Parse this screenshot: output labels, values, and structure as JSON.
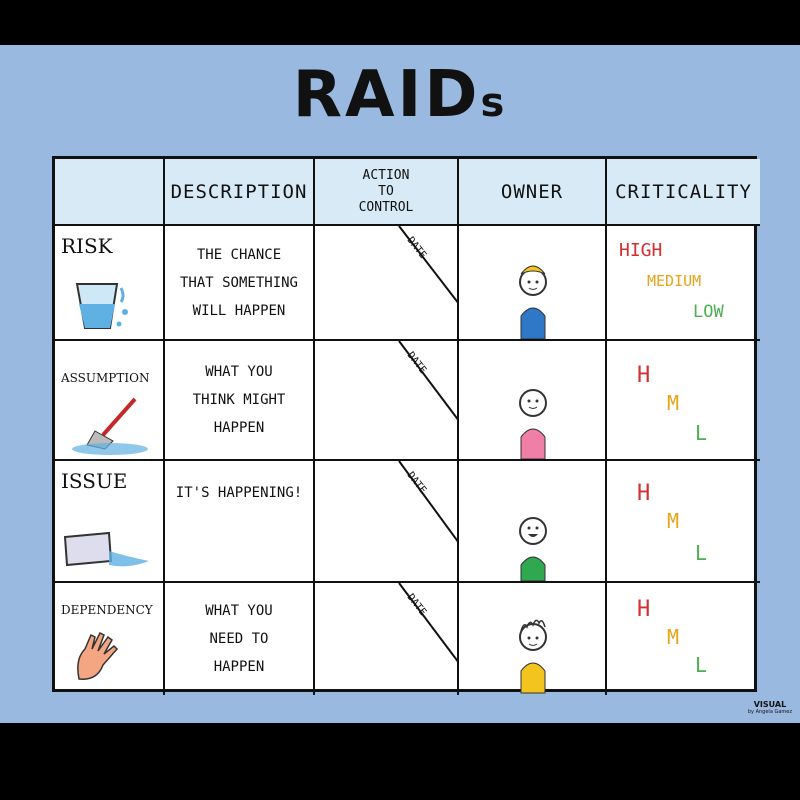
{
  "title": {
    "main": "RAID",
    "suffix": "s"
  },
  "headers": {
    "description": "Description",
    "action_line1": "Action",
    "action_line2": "to",
    "action_line3": "Control",
    "owner": "Owner",
    "criticality": "Criticality"
  },
  "rows": [
    {
      "label": "Risk",
      "desc": [
        "The chance",
        "that something",
        "will happen"
      ],
      "date": "DATE",
      "crit": {
        "high": "HIGH",
        "medium": "MEDIUM",
        "low": "LOW"
      }
    },
    {
      "label": "Assumption",
      "desc": [
        "What you",
        "think might",
        "happen"
      ],
      "date": "DATE",
      "crit": {
        "high": "H",
        "medium": "M",
        "low": "L"
      }
    },
    {
      "label": "Issue",
      "desc": [
        "It's happening!"
      ],
      "date": "DATE",
      "crit": {
        "high": "H",
        "medium": "M",
        "low": "L"
      }
    },
    {
      "label": "Dependency",
      "desc": [
        "What you",
        "need to",
        "happen"
      ],
      "date": "DATE",
      "crit": {
        "high": "H",
        "medium": "M",
        "low": "L"
      }
    }
  ],
  "colors": {
    "background": "#9ab9e1",
    "header_fill": "#d9eaf7",
    "high": "#d32f2f",
    "medium": "#e8a317",
    "low": "#4caf50",
    "owner_colors": [
      "#2e78c7",
      "#ef7fa6",
      "#2fa84f",
      "#f2c41d"
    ]
  },
  "logo": {
    "line1": "VISUAL",
    "line2": "by Angela Gamez"
  }
}
